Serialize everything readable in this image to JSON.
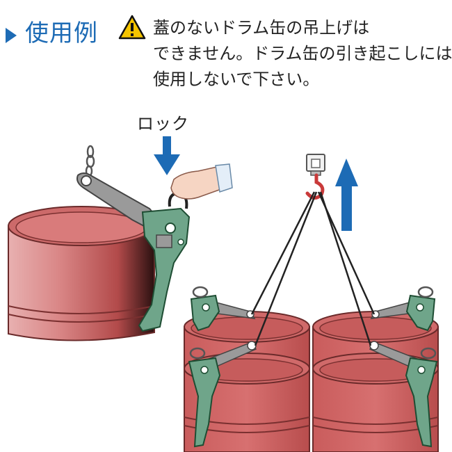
{
  "header": {
    "title": "使用例",
    "note_lines": [
      "蓋のないドラム缶の吊上げは",
      "できません。ドラム缶の引き起こしには",
      "使用しないで下さい。"
    ]
  },
  "illustration": {
    "lock_label": "ロック"
  },
  "colors": {
    "accent_blue": "#1d6bb5",
    "drum_red": "#d06a6a",
    "clamp_green": "#6fa58a",
    "warning_yellow": "#f4c400"
  },
  "icons": [
    "play-triangle-icon",
    "warning-icon",
    "arrow-down-icon",
    "arrow-up-icon",
    "hook-icon"
  ]
}
